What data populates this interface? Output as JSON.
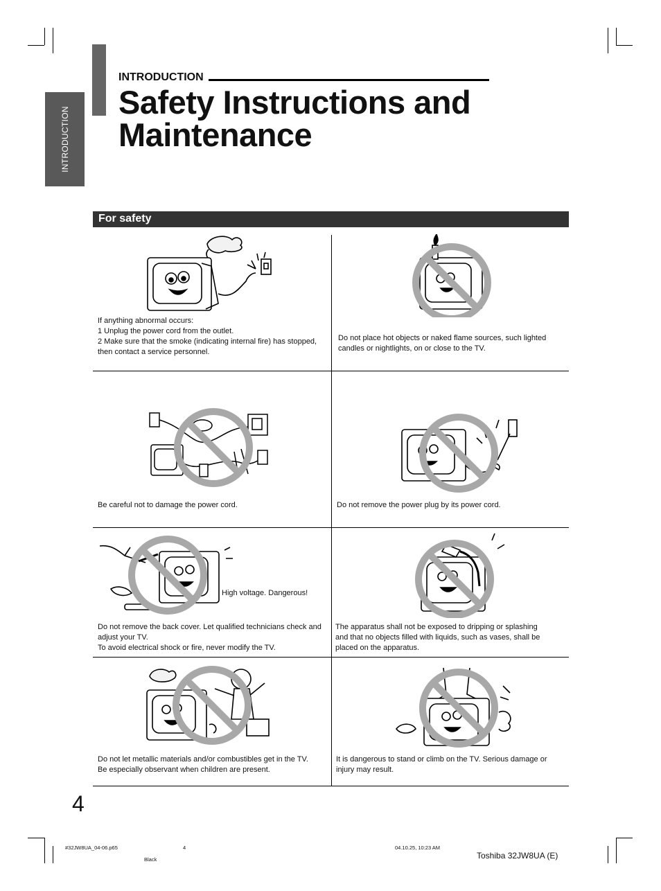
{
  "side_tab": "INTRODUCTION",
  "section_label": "INTRODUCTION",
  "title_line1": "Safety Instructions and",
  "title_line2": "Maintenance",
  "subsection": "For safety",
  "cells": {
    "abnormal": {
      "lines": [
        "If anything abnormal occurs:",
        "1  Unplug the power cord from the outlet.",
        "2  Make sure that the smoke (indicating internal fire) has stopped,",
        "    then contact a service personnel."
      ]
    },
    "flame": {
      "lines": [
        "Do not place hot objects or naked flame sources, such lighted",
        "candles or nightlights, on or close to the TV."
      ]
    },
    "cord": {
      "lines": [
        "Be careful not to damage the power cord."
      ]
    },
    "plug": {
      "lines": [
        "Do not remove the power plug by its power cord."
      ]
    },
    "cover": {
      "note": "High voltage. Dangerous!",
      "lines": [
        "Do not remove the back cover. Let qualified technicians check and",
        "adjust your TV.",
        "To avoid electrical shock or fire, never modify the TV."
      ]
    },
    "liquid": {
      "lines": [
        "The apparatus shall not be exposed to dripping or splashing",
        "and that no objects filled with liquids, such as vases, shall be",
        "placed on the apparatus."
      ]
    },
    "metal": {
      "lines": [
        "Do not let metallic materials and/or combustibles get in the TV.",
        "Be especially observant when children are present."
      ]
    },
    "climb": {
      "lines": [
        "It is dangerous to stand or climb on the TV. Serious damage or",
        "injury may result."
      ]
    }
  },
  "page_number": "4",
  "footer": {
    "file": "#32JW8UA_04-06.p65",
    "page": "4",
    "date": "04.10.25, 10:23 AM",
    "color": "Black",
    "brand": "Toshiba 32JW8UA (E)"
  },
  "colors": {
    "band": "#333333",
    "side_tab": "#595959",
    "prohibit": "#a8a8a8"
  }
}
